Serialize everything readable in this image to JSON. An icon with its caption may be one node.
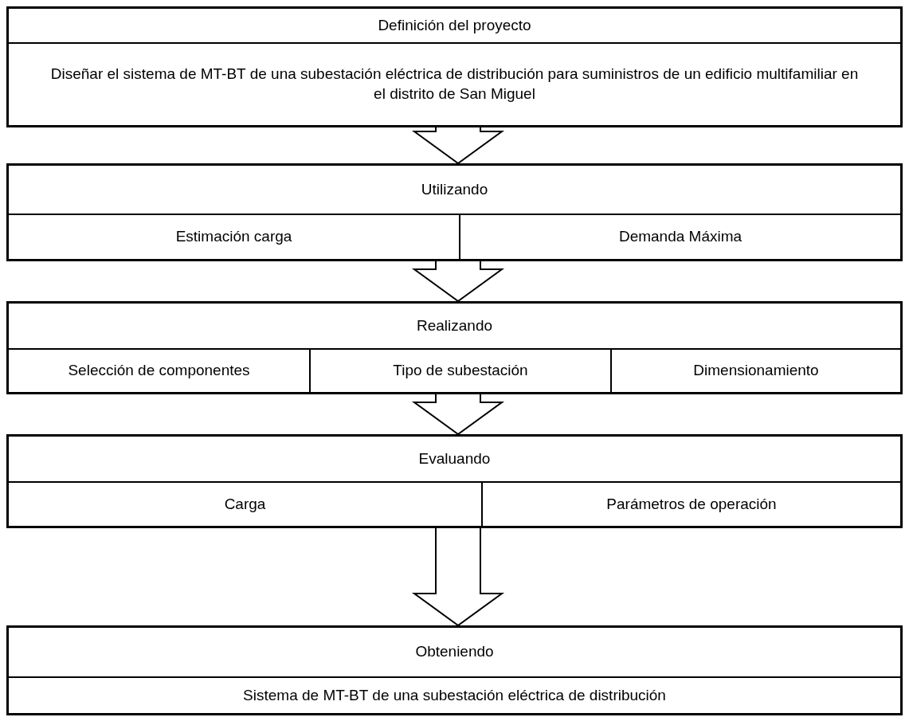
{
  "diagram": {
    "nodes": [
      {
        "text": [],
        "shape": "box"
      },
      {
        "text": [
          "Definición del proyecto"
        ],
        "in": 0
      },
      {
        "text": [
          "Diseñar el sistema de MT-BT de una subestación eléctrica de distribución para suministros de un edificio multifamiliar en el distrito de San Miguel"
        ],
        "in": 0
      },
      {
        "text": [],
        "shape": "box"
      },
      {
        "text": [
          "Utilizando"
        ],
        "in": 3
      },
      {
        "text": [
          "Estimación carga"
        ],
        "in": 3
      },
      {
        "text": [
          "Demanda Máxima"
        ],
        "in": 3
      },
      {
        "text": [],
        "shape": "box"
      },
      {
        "text": [
          "Realizando"
        ],
        "in": 7
      },
      {
        "text": [
          "Selección de componentes"
        ],
        "in": 7
      },
      {
        "text": [
          "Tipo de subestación"
        ],
        "in": 7
      },
      {
        "text": [
          "Dimensionamiento"
        ],
        "in": 7
      },
      {
        "text": [],
        "shape": "box"
      },
      {
        "text": [
          "Evaluando"
        ],
        "in": 12
      },
      {
        "text": [
          "Carga"
        ],
        "in": 12
      },
      {
        "text": [
          "Parámetros de operación"
        ],
        "in": 12
      },
      {
        "text": [],
        "shape": "box"
      },
      {
        "text": [
          "Obteniendo"
        ],
        "in": 16
      },
      {
        "text": [
          "Sistema de MT-BT de una subestación eléctrica de distribución"
        ],
        "in": 16
      }
    ],
    "edges": [
      {
        "from": 0,
        "to": 3,
        "arrow": "to"
      },
      {
        "from": 3,
        "to": 7,
        "arrow": "to"
      },
      {
        "from": 7,
        "to": 12,
        "arrow": "to"
      },
      {
        "from": 12,
        "to": 16,
        "arrow": "to"
      }
    ]
  }
}
